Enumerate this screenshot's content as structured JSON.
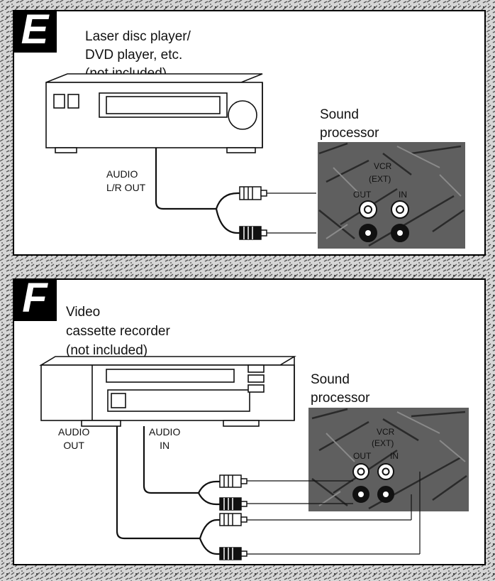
{
  "panels": [
    {
      "letter": "E",
      "device_lines": [
        "Laser disc player/",
        "DVD player, etc.",
        "(not included)"
      ],
      "processor_lines": [
        "Sound",
        "processor"
      ],
      "port_text": {
        "vcr": "VCR",
        "ext": "(EXT)",
        "out": "OUT",
        "in": "IN"
      },
      "jack_label": "AUDIO\nL/R OUT"
    },
    {
      "letter": "F",
      "device_lines": [
        "Video",
        "cassette recorder",
        "(not included)"
      ],
      "processor_lines": [
        "Sound",
        "processor"
      ],
      "port_text": {
        "vcr": "VCR",
        "ext": "(EXT)",
        "out": "OUT",
        "in": "IN"
      },
      "jack_out": "AUDIO\nOUT",
      "jack_in": "AUDIO\nIN"
    }
  ]
}
